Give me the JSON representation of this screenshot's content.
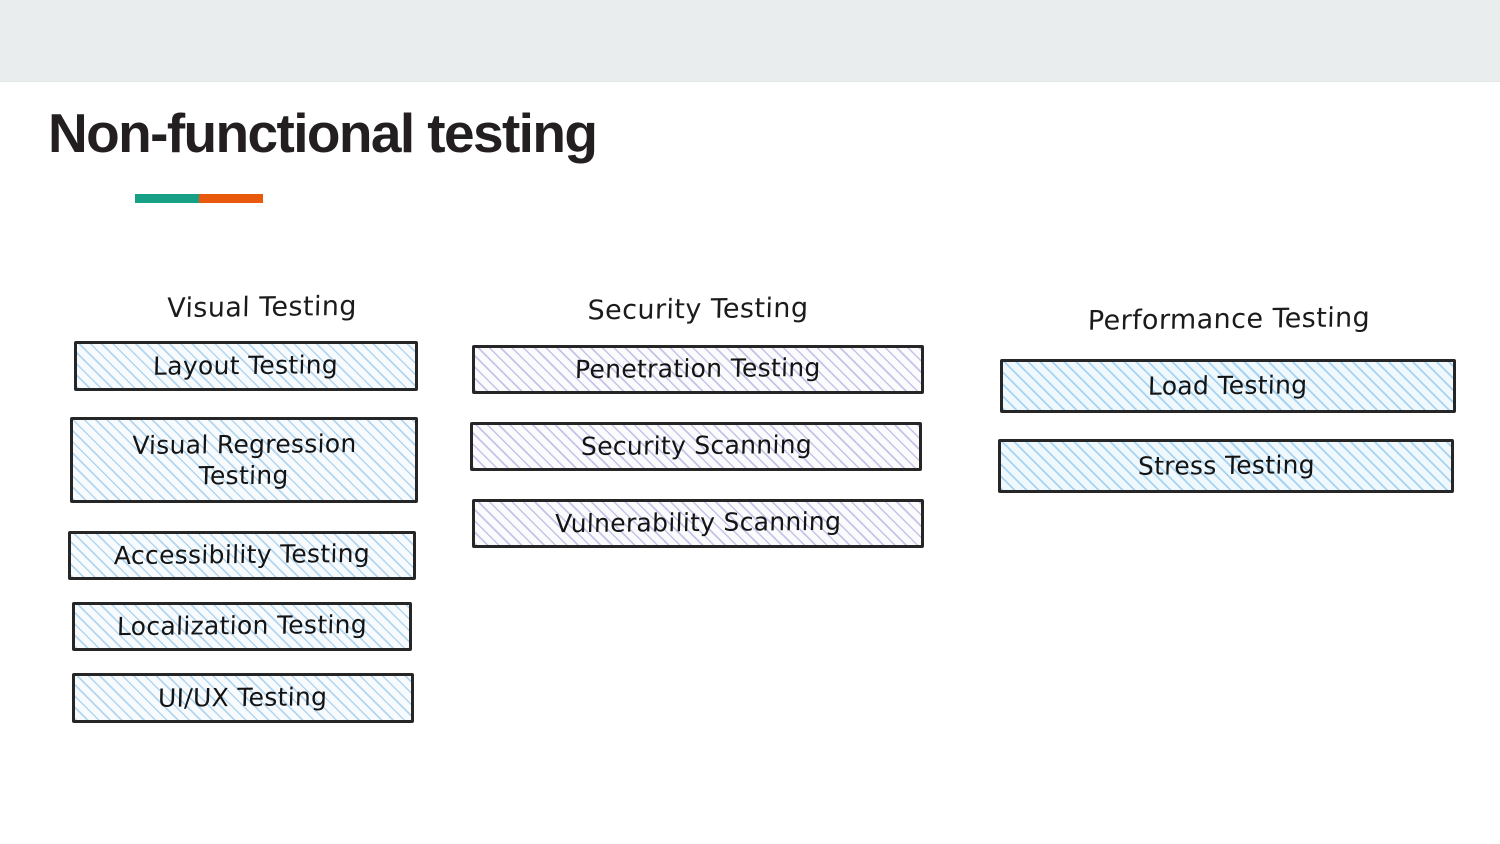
{
  "window": {
    "chrome_bar_color": "#e9edee"
  },
  "slide": {
    "title": "Non-functional testing",
    "accent": {
      "teal": "#16a085",
      "orange": "#e8590c"
    },
    "columns": [
      {
        "heading": "Visual Testing",
        "fill_style": "hatch-blue",
        "hatch_color": "#7eb6e2",
        "items": [
          "Layout Testing",
          "Visual Regression Testing",
          "Accessibility Testing",
          "Localization Testing",
          "UI/UX Testing"
        ]
      },
      {
        "heading": "Security Testing",
        "fill_style": "hatch-purple",
        "hatch_color": "#9696d2",
        "items": [
          "Penetration Testing",
          "Security Scanning",
          "Vulnerability Scanning"
        ]
      },
      {
        "heading": "Performance Testing",
        "fill_style": "hatch-cyan",
        "hatch_color": "#78bae8",
        "items": [
          "Load Testing",
          "Stress Testing"
        ]
      }
    ]
  }
}
